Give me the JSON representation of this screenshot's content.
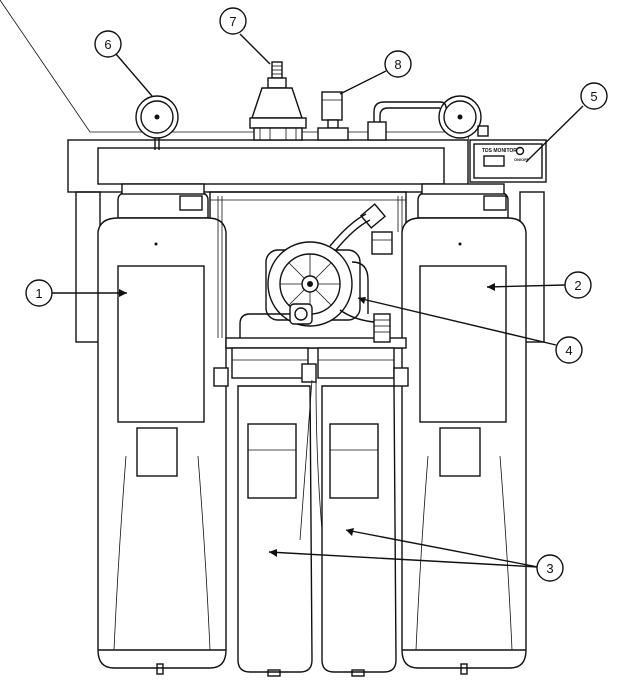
{
  "diagram": {
    "callouts": [
      {
        "id": "1",
        "label": "1"
      },
      {
        "id": "2",
        "label": "2"
      },
      {
        "id": "3",
        "label": "3"
      },
      {
        "id": "4",
        "label": "4"
      },
      {
        "id": "5",
        "label": "5"
      },
      {
        "id": "6",
        "label": "6"
      },
      {
        "id": "7",
        "label": "7"
      },
      {
        "id": "8",
        "label": "8"
      }
    ],
    "tds_monitor": {
      "title": "TDS MONITOR",
      "button_label": "ON/OFF"
    },
    "colors": {
      "ink": "#111111",
      "background": "#ffffff"
    }
  }
}
